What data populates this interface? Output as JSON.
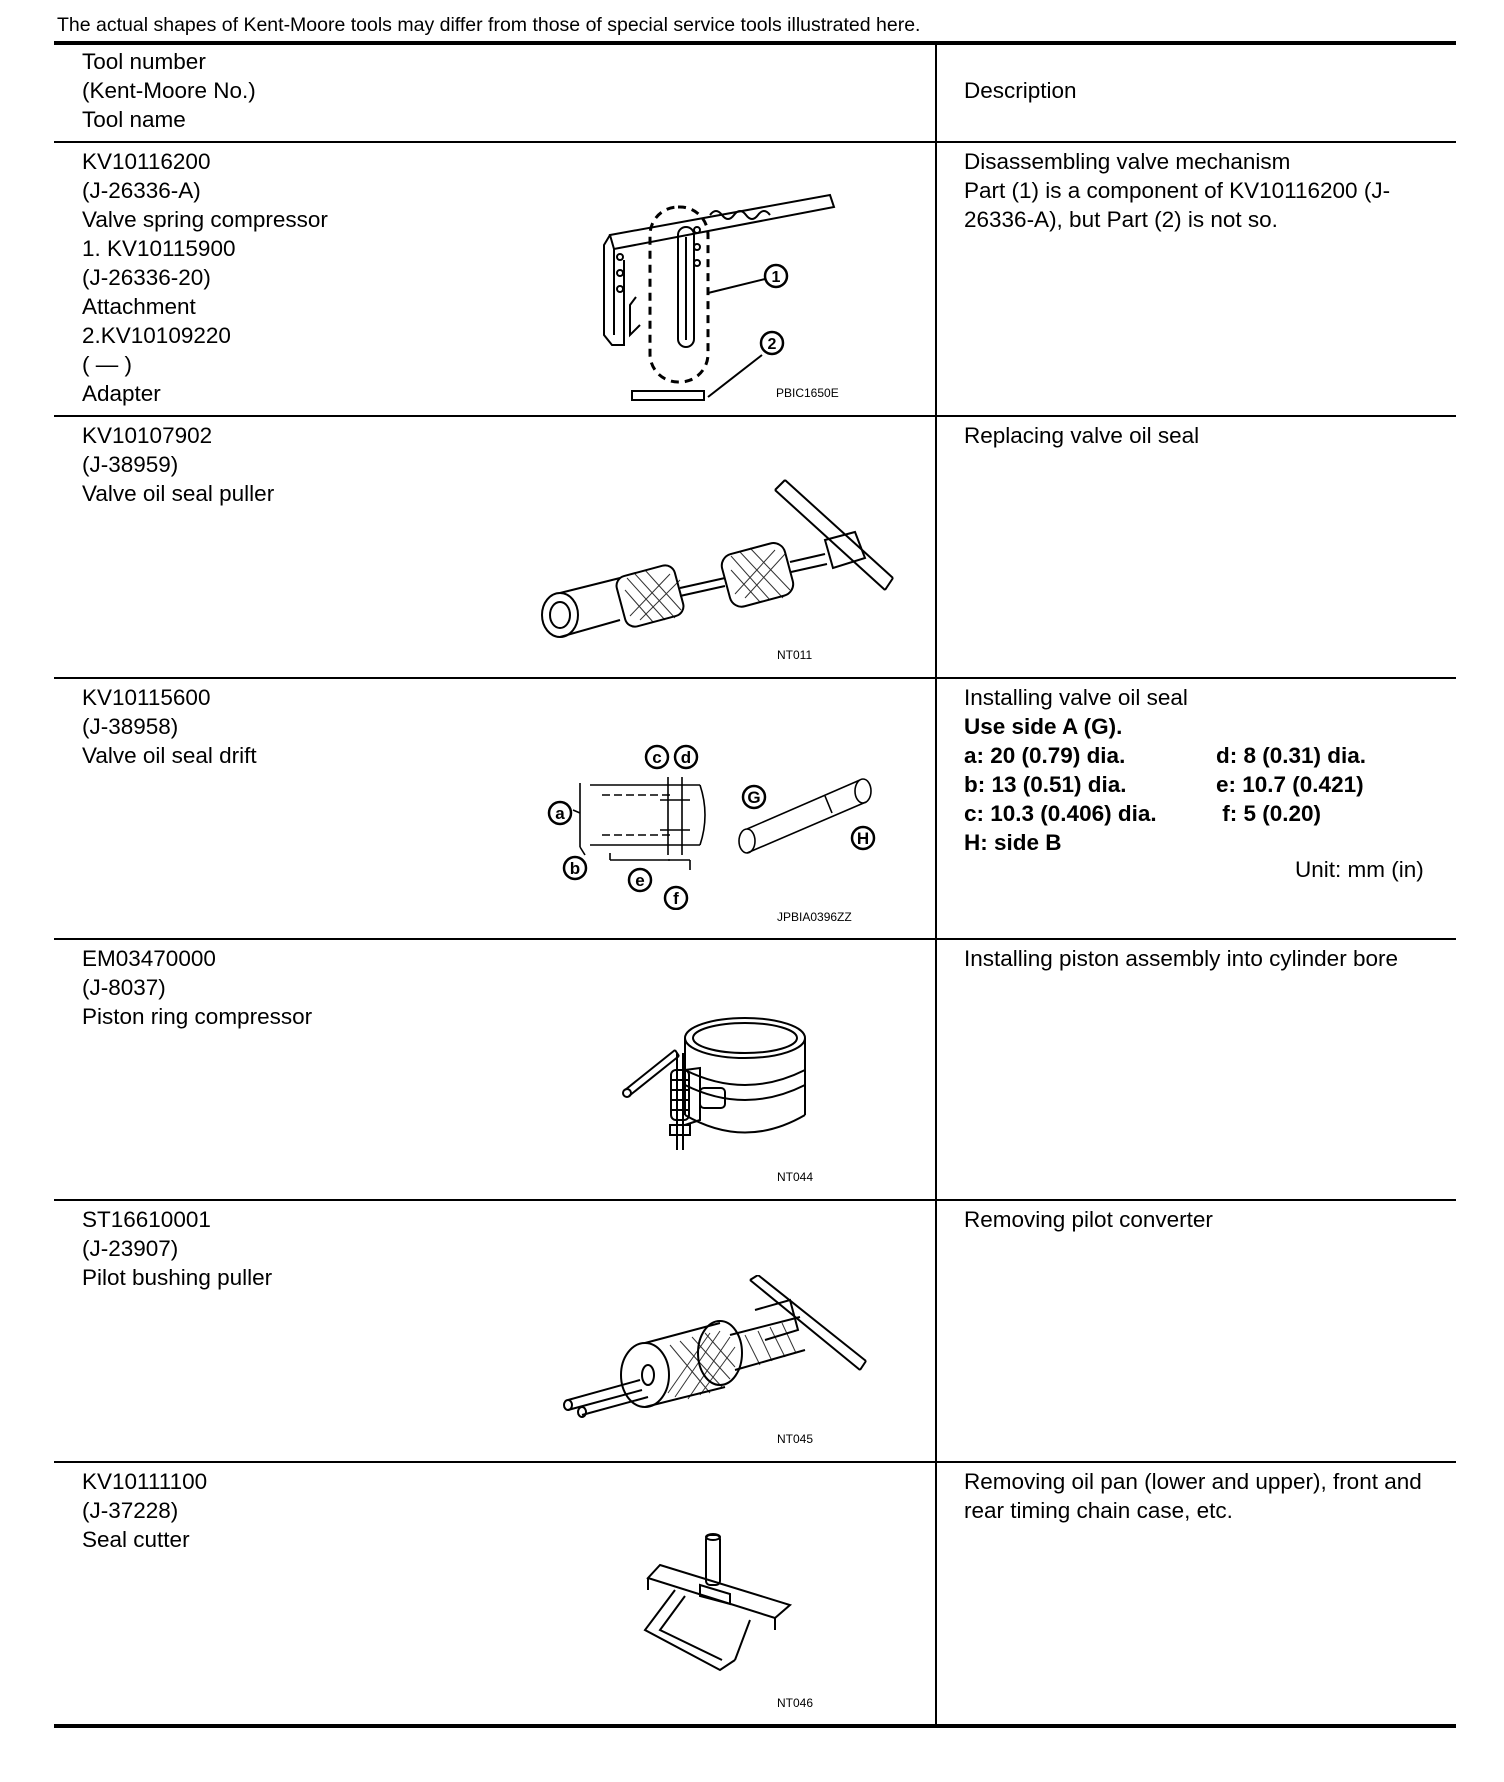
{
  "notice": "The actual shapes of Kent-Moore tools may differ from those of special service tools illustrated here.",
  "header": {
    "left": [
      "Tool number",
      "(Kent-Moore No.)",
      "Tool name"
    ],
    "right": "Description"
  },
  "rows": [
    {
      "left": [
        "KV10116200",
        "(J-26336-A)",
        "Valve spring compressor",
        "1. KV10115900",
        "(J-26336-20)",
        "Attachment",
        "2.KV10109220",
        "(   —   )",
        "Adapter"
      ],
      "figure": "valve-spring-compressor",
      "code": "PBIC1650E",
      "right": [
        "Disassembling valve mechanism",
        "Part (1) is a component of KV10116200 (J-",
        "26336-A), but Part (2) is not so."
      ]
    },
    {
      "left": [
        "KV10107902",
        "(J-38959)",
        "Valve oil seal puller"
      ],
      "figure": "valve-oil-seal-puller",
      "code": "NT011",
      "right": [
        "Replacing valve oil seal"
      ]
    },
    {
      "left": [
        "KV10115600",
        "(J-38958)",
        "Valve oil seal drift"
      ],
      "figure": "valve-oil-seal-drift",
      "code": "JPBIA0396ZZ",
      "right": [
        "Installing valve oil seal"
      ],
      "right_bold": "Use side A (G).",
      "specs": [
        [
          "a: 20 (0.79) dia.",
          "d: 8 (0.31) dia."
        ],
        [
          "b: 13 (0.51) dia.",
          "e: 10.7 (0.421)"
        ],
        [
          "c: 10.3 (0.406) dia.",
          " f: 5 (0.20)"
        ]
      ],
      "specs_last": "H: side B",
      "unit": "Unit: mm (in)"
    },
    {
      "left": [
        "EM03470000",
        "(J-8037)",
        "Piston ring compressor"
      ],
      "figure": "piston-ring-compressor",
      "code": "NT044",
      "right": [
        "Installing piston assembly into cylinder bore"
      ]
    },
    {
      "left": [
        "ST16610001",
        "(J-23907)",
        "Pilot bushing puller"
      ],
      "figure": "pilot-bushing-puller",
      "code": "NT045",
      "right": [
        "Removing pilot converter"
      ]
    },
    {
      "left": [
        "KV10111100",
        "(J-37228)",
        "Seal cutter"
      ],
      "figure": "seal-cutter",
      "code": "NT046",
      "right": [
        "Removing oil pan (lower and upper), front and",
        "rear timing chain case, etc."
      ]
    }
  ],
  "callouts": {
    "r1": [
      "1",
      "2"
    ],
    "r3": [
      "a",
      "b",
      "c",
      "d",
      "e",
      "f",
      "G",
      "H"
    ]
  }
}
